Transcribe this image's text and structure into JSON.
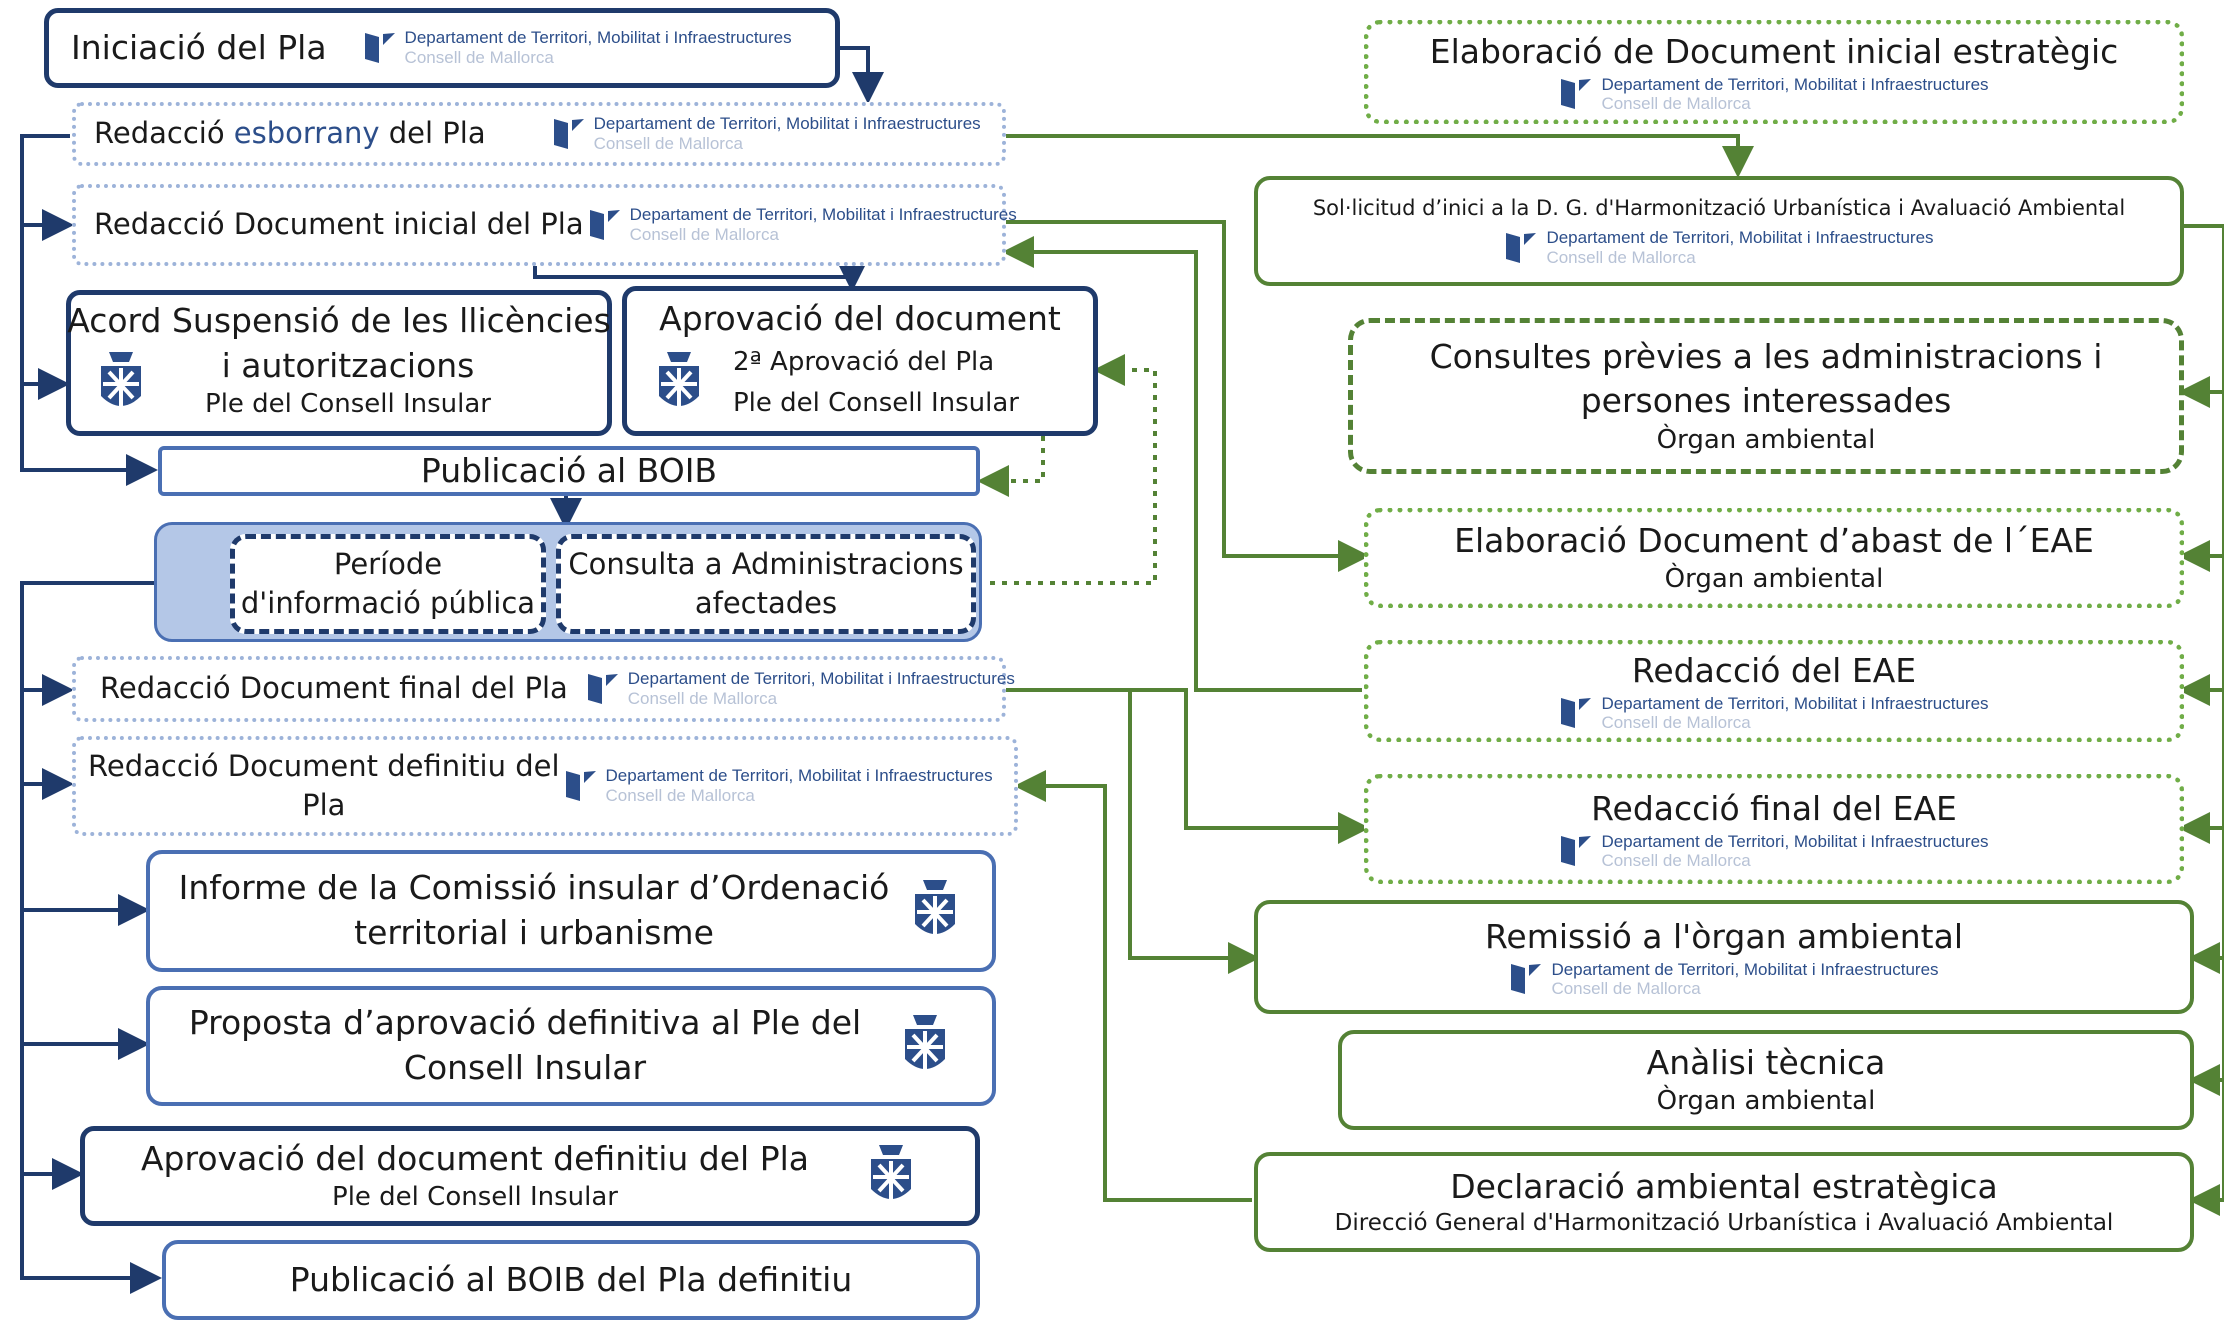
{
  "diagram": {
    "department": {
      "name": "Departament de Territori, Mobilitat i Infraestructures",
      "sub": "Consell de Mallorca"
    },
    "left": {
      "iniciacio": "Iniciació del Pla",
      "esborrany_a": "Redacció",
      "esborrany_b": "esborrany",
      "esborrany_c": "del Pla",
      "doc_inicial": "Redacció Document inicial del Pla",
      "acord_l1": "Acord Suspensió de les llicències",
      "acord_l2": "i autoritzacions",
      "acord_sub": "Ple del Consell Insular",
      "aprovacio_title": "Aprovació del document",
      "aprovacio_l1": "2ª Aprovació del Pla",
      "aprovacio_l2": "Ple del Consell Insular",
      "publicacio": "Publicació al BOIB",
      "periode_l1": "Període",
      "periode_l2": "d'informació pública",
      "consulta_l1": "Consulta a Administracions",
      "consulta_l2": "afectades",
      "doc_final": "Redacció Document final del Pla",
      "doc_definitiu_l1": "Redacció Document definitiu del",
      "doc_definitiu_l2": "Pla",
      "informe_l1": "Informe de la Comissió insular d’Ordenació",
      "informe_l2": "territorial i urbanisme",
      "proposta_l1": "Proposta d’aprovació definitiva al Ple del",
      "proposta_l2": "Consell Insular",
      "aprov_def_l1": "Aprovació del document definitiu del Pla",
      "aprov_def_l2": "Ple del Consell Insular",
      "publicacio_def": "Publicació al BOIB del Pla definitiu"
    },
    "right": {
      "doc_inicial_estrategic": "Elaboració de Document inicial estratègic",
      "sollicitud": "Sol·licitud d’inici a la D. G. d'Harmonització Urbanística i Avaluació Ambiental",
      "consultes_l1": "Consultes prèvies a les administracions i",
      "consultes_l2": "persones interessades",
      "consultes_sub": "Òrgan ambiental",
      "abast": "Elaboració Document d’abast de l´EAE",
      "abast_sub": "Òrgan ambiental",
      "redaccio_eae": "Redacció del EAE",
      "final_eae": "Redacció final del EAE",
      "remissio": "Remissió a l'òrgan ambiental",
      "analisi": "Anàlisi tècnica",
      "analisi_sub": "Òrgan ambiental",
      "declaracio": "Declaració ambiental estratègica",
      "declaracio_sub": "Direcció General d'Harmonització Urbanística i Avaluació Ambiental"
    },
    "colors": {
      "navy": "#1f3a6b",
      "blue": "#4a6fb3",
      "light_blue": "#9db3d9",
      "green": "#548235",
      "light_green": "#70ad47",
      "panel": "#b4c7e7"
    }
  }
}
